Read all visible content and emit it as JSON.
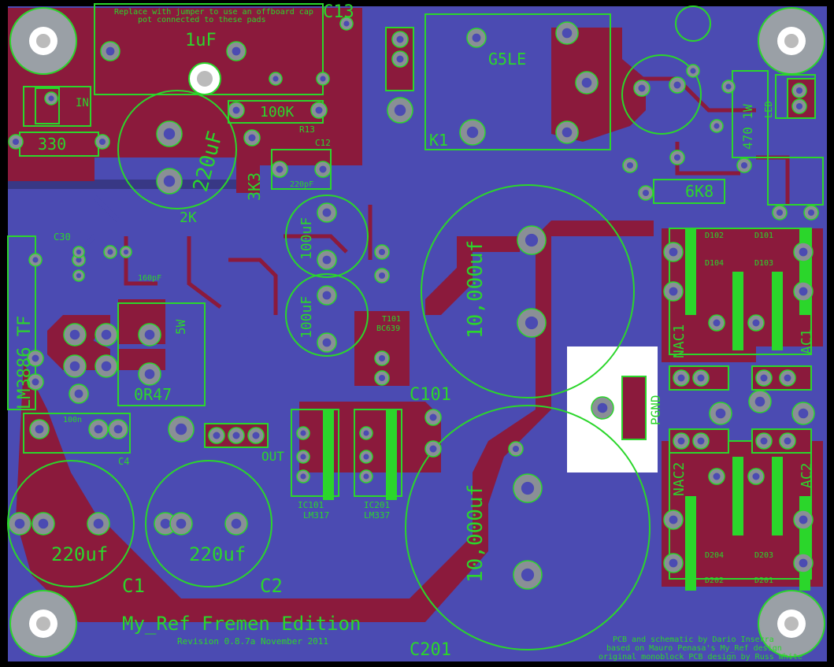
{
  "board": {
    "title": "My_Ref Fremen Edition",
    "revision": "Revision 0.8.7a November 2011",
    "credits": [
      "PCB and schematic by Dario Inserra",
      "based on Mauro Penasa's My_Ref design",
      "original monoblock PCB design by Russ White"
    ],
    "note": [
      "Replace with jumper to use an offboard cap",
      "pot connected to these pads"
    ]
  },
  "colors": {
    "background": "#000000",
    "bottom_copper": "#4b4bb2",
    "top_copper": "#8b1a3c",
    "silkscreen": "#2bd62b",
    "pad": "#9aa0a6",
    "drill_white": "#ffffff"
  },
  "labels": {
    "c13": "C13",
    "cap_1uf": "1uF",
    "r13_val": "100K",
    "r13": "R13",
    "c12": "C12",
    "c12_val": "220pF",
    "r330": "330",
    "in": "IN",
    "c220uf_top": "220uF",
    "r3k3": "3K3",
    "r2k": "2K",
    "c30": "C30",
    "lm3886": "LM3886 TF",
    "r5w": "5W",
    "r047": "0R47",
    "c160": "160pF",
    "c4": "C4",
    "c100n": "100n",
    "out": "OUT",
    "cap100_a": "100uF",
    "cap100_b": "100uF",
    "bc639": "BC639",
    "t101": "T101",
    "c101": "C101",
    "ic101": "IC101",
    "lm317": "LM317",
    "ic201": "IC201",
    "lm337": "LM337",
    "cap10k_a": "10,000uf",
    "cap10k_b": "10,000uf",
    "c201": "C201",
    "pgnd": "PGND",
    "k1": "K1",
    "g5le": "G5LE",
    "r470": "470 1W",
    "r6k8": "6K8",
    "nac1": "NAC1",
    "ac1": "AC1",
    "nac2": "NAC2",
    "ac2": "AC2",
    "d101": "D101",
    "d102": "D102",
    "d103": "D103",
    "d104": "D104",
    "d201": "D201",
    "d202": "D202",
    "d203": "D203",
    "d204": "D204",
    "c1_val": "220uf",
    "c1": "C1",
    "c2_val": "220uf",
    "c2": "C2",
    "led": "LED"
  }
}
